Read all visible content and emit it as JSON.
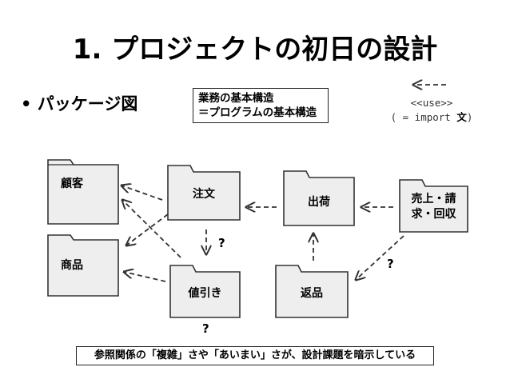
{
  "slide": {
    "title": "1. プロジェクトの初日の設計",
    "bullet": "• パッケージ図",
    "note_line1": "業務の基本構造",
    "note_line2": "＝プログラムの基本構造",
    "use_label": "<<use>>",
    "use_paren_pre": "( = import ",
    "use_paren_kanji": "文",
    "use_paren_post": ")",
    "bottom_note": "参照関係の「複雑」さや「あいまい」さが、設計課題を暗示している"
  },
  "packages": {
    "customer": "顧客",
    "product": "商品",
    "order": "注文",
    "shipping": "出荷",
    "sales_line1": "売上・請",
    "sales_line2": "求・回収",
    "discount": "値引き",
    "returns": "返品"
  },
  "marks": {
    "q_order_discount": "?",
    "q_sales_returns": "?",
    "q_discount_below": "?"
  },
  "colors": {
    "package_fill": "#eeeeee",
    "package_stroke": "#333333",
    "arrow": "#333333"
  }
}
